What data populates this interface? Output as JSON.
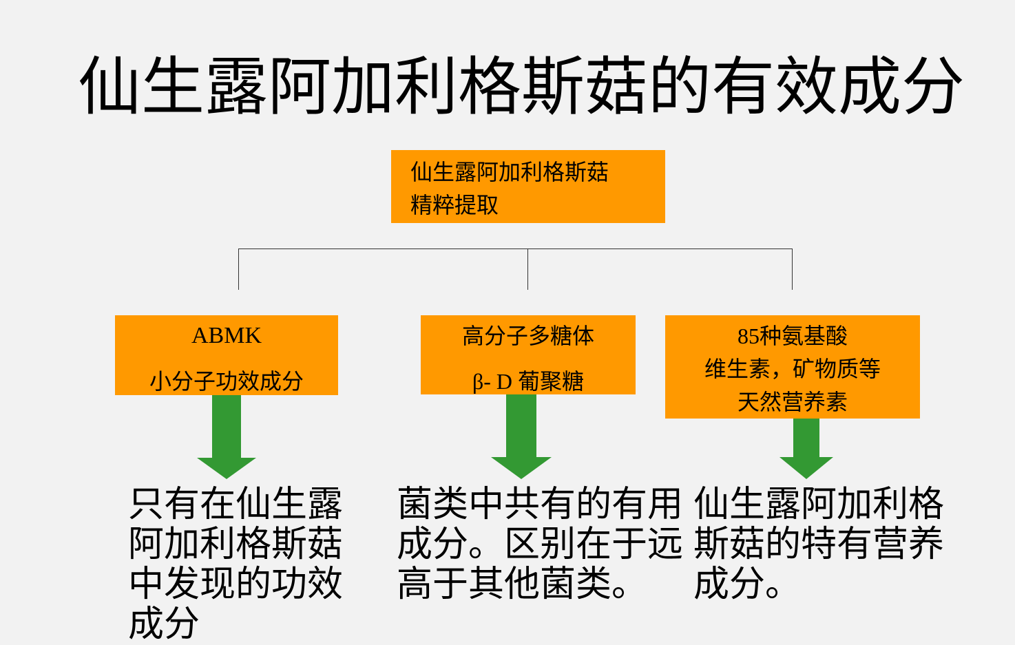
{
  "title": "仙生露阿加利格斯菇的有效成分",
  "root": {
    "line1": "仙生露阿加利格斯菇",
    "line2": "精粹提取"
  },
  "branches": [
    {
      "box_line1": "ABMK",
      "box_line2": "小分子功效成分",
      "desc": [
        "只有在仙生露",
        "阿加利格斯菇",
        "中发现的功效",
        "成分"
      ]
    },
    {
      "box_line1": "高分子多糖体",
      "box_line2": "β- D 葡聚糖",
      "desc": [
        "菌类中共有的有用",
        "成分。区别在于远",
        "高于其他菌类。"
      ]
    },
    {
      "box_line1": "85种氨基酸",
      "box_line2": "维生素，矿物质等",
      "box_line3": "天然营养素",
      "desc": [
        "仙生露阿加利格",
        "斯菇的特有营养",
        "成分。"
      ]
    }
  ],
  "colors": {
    "box": "#ff9900",
    "arrow": "#339933",
    "background": "#f2f2f2"
  }
}
